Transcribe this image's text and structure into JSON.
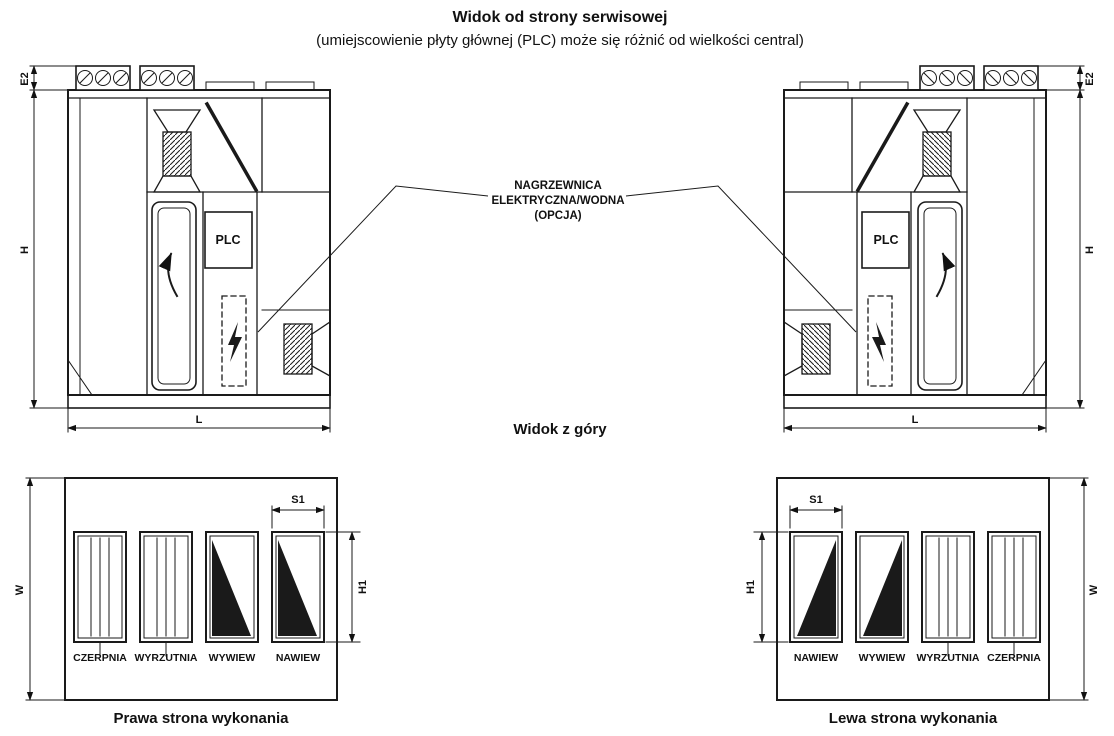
{
  "page": {
    "title": "Widok od strony serwisowej",
    "subtitle": "(umiejscowienie płyty głównej (PLC) może się różnić od wielkości central)",
    "top_view_heading": "Widok z góry"
  },
  "callout_heater": {
    "line1": "NAGRZEWNICA",
    "line2": "ELEKTRYCZNA/WODNA",
    "line3": "(OPCJA)"
  },
  "dimensions": {
    "e2": "E2",
    "h": "H",
    "l": "L",
    "w": "W",
    "s1": "S1",
    "h1": "H1"
  },
  "front_view": {
    "plc": "PLC"
  },
  "plan_right_execution": {
    "labels": [
      "CZERPNIA",
      "WYRZUTNIA",
      "WYWIEW",
      "NAWIEW"
    ],
    "caption": "Prawa strona wykonania"
  },
  "plan_left_execution": {
    "labels": [
      "NAWIEW",
      "WYWIEW",
      "WYRZUTNIA",
      "CZERPNIA"
    ],
    "caption": "Lewa strona wykonania"
  }
}
